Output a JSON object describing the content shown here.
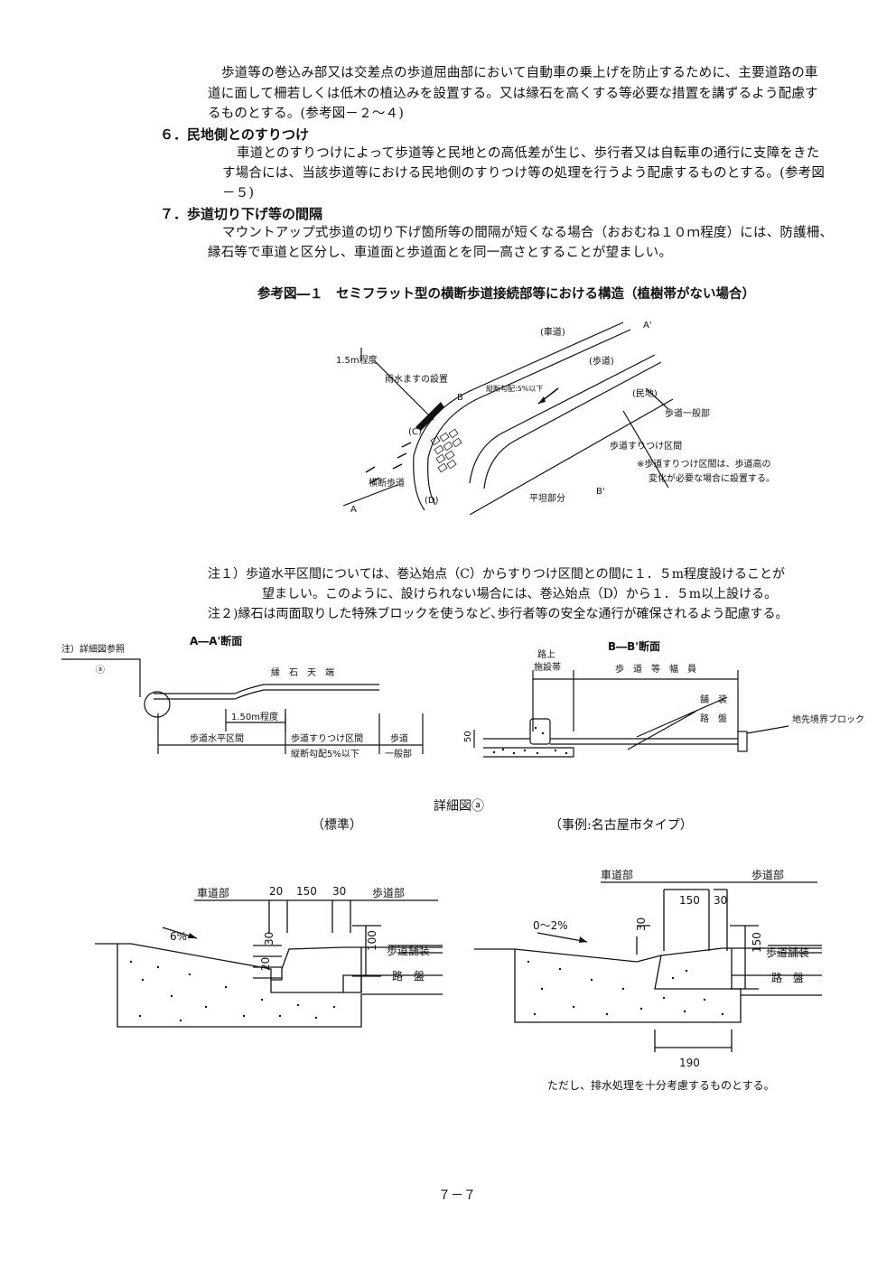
{
  "intro": {
    "line1": "歩道等の巻込み部又は交差点の歩道屈曲部において自動車の乗上げを防止するために、主要道路の車",
    "line2": "道に面して柵若しくは低木の植込みを設置する。又は縁石を高くする等必要な措置を講ずるよう配慮す",
    "line3": "るものとする。(参考図－２～４)"
  },
  "section6": {
    "heading": "６．民地側とのすりつけ",
    "line1": "車道とのすりつけによって歩道等と民地との高低差が生じ、歩行者又は自転車の通行に支障をきた",
    "line2": "す場合には、当該歩道等における民地側のすりつけ等の処理を行うよう配慮するものとする。(参考図",
    "line3": "－５)"
  },
  "section7": {
    "heading": "７．歩道切り下げ等の間隔",
    "line1": "マウントアップ式歩道の切り下げ箇所等の間隔が短くなる場合（おおむね１０ｍ程度）には、防護柵、",
    "line2": "縁石等で車道と区分し、車道面と歩道面とを同一高さとすることが望ましい。"
  },
  "figure1": {
    "caption": "参考図―１　セミフラット型の横断歩道接続部等における構造（植樹帯がない場合）",
    "labels": {
      "roadway": "(車道)",
      "sidewalk": "(歩道)",
      "private": "(民地)",
      "a_prime": "A'",
      "b_label": "B",
      "b_prime": "B'",
      "a_label": "A",
      "c_label": "(C)",
      "d_label": "(D)",
      "len_15": "1.5m程度",
      "drain": "雨水ますの設置",
      "slope": "縦断勾配:5%以下",
      "general": "歩道一般部",
      "transition": "歩道すりつけ区間",
      "crosswalk": "横断歩道",
      "flat": "平坦部分",
      "remark1": "※歩道すりつけ区間は、歩道高の",
      "remark2": "変化が必要な場合に設置する。"
    }
  },
  "notes": {
    "note1a": "注１）歩道水平区間については、巻込始点（C）からすりつけ区間との間に１．５m程度設けることが",
    "note1b": "望ましい。このように、設けられない場合には、巻込始点（D）から１．５m以上設ける。",
    "note2": "注２)縁石は両面取りした特殊ブロックを使うなど､歩行者等の安全な通行が確保されるよう配慮する。"
  },
  "section_aa": {
    "title": "A―A'断面",
    "ref": "注）詳細図参照",
    "ref_mark": "ⓐ",
    "curb_top": "縁　石　天　端",
    "len_150": "1.50m程度",
    "horizontal": "歩道水平区間",
    "transition": "歩道すりつけ区間",
    "slope": "縦断勾配5%以下",
    "sidewalk": "歩道",
    "general": "一般部"
  },
  "section_bb": {
    "title": "B―B'断面",
    "facility1": "路上",
    "facility2": "施設帯",
    "width": "歩　道　等　幅　員",
    "pavement": "舗　装",
    "base": "路　盤",
    "boundary": "地先境界ブロック",
    "dim50": "50"
  },
  "detail": {
    "title": "詳細図ⓐ",
    "std": "（標準）",
    "nagoya": "（事例:名古屋市タイプ）",
    "left": {
      "roadway": "車道部",
      "sidewalk": "歩道部",
      "d20": "20",
      "d150": "150",
      "d30": "30",
      "grade": "6%",
      "v30": "30",
      "v20": "20",
      "v100": "100",
      "pave": "歩道舗装",
      "base": "路　盤"
    },
    "right": {
      "roadway": "車道部",
      "sidewalk": "歩道部",
      "d150": "150",
      "d30": "30",
      "grade": "0～2%",
      "v30": "30",
      "v150": "150",
      "pave": "歩道舗装",
      "base": "路　盤",
      "d190": "190"
    },
    "footnote": "ただし、排水処理を十分考慮するものとする。"
  },
  "page_number": "７－７"
}
